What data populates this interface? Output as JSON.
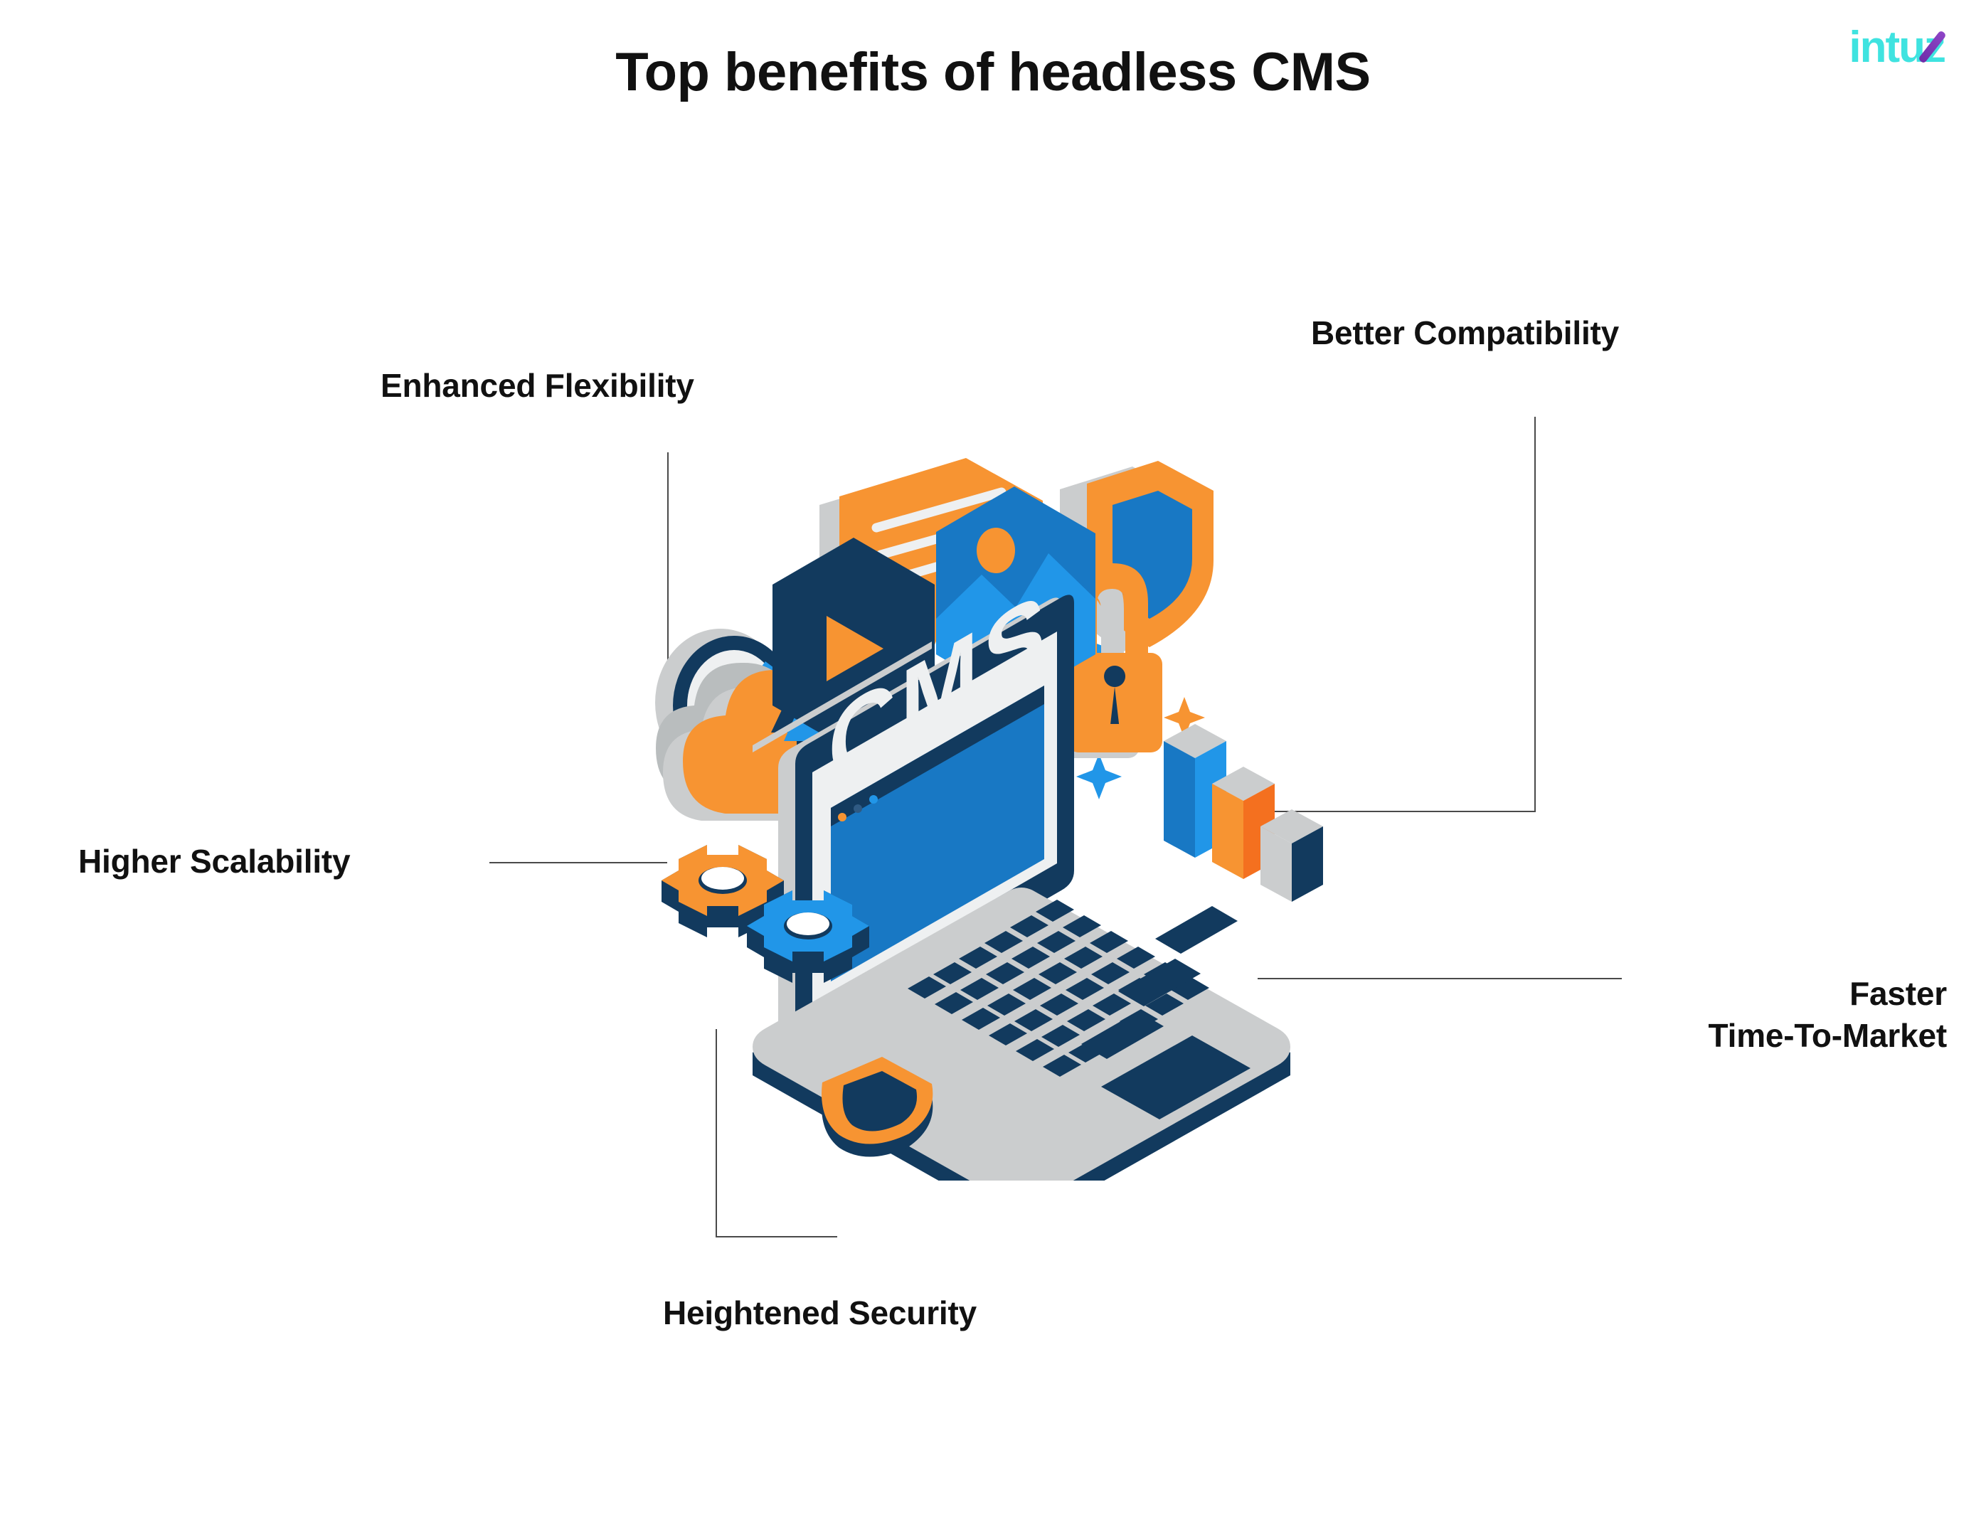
{
  "header": {
    "title": "Top benefits of headless CMS",
    "logo": {
      "text_main": "intu",
      "text_accent": "z",
      "full": "intuz",
      "color_primary": "#3FE3E0",
      "color_accent": "#7B2FB5"
    }
  },
  "callouts": [
    {
      "id": "enhanced-flexibility",
      "label": "Enhanced Flexibility",
      "position": "top-left"
    },
    {
      "id": "better-compatibility",
      "label": "Better Compatibility",
      "position": "top-right"
    },
    {
      "id": "higher-scalability",
      "label": "Higher Scalability",
      "position": "middle-left"
    },
    {
      "id": "faster-time-to-market",
      "label": "Faster\nTime-To-Market",
      "position": "middle-right"
    },
    {
      "id": "heightened-security",
      "label": "Heightened Security",
      "position": "bottom-left"
    }
  ],
  "illustration": {
    "screen_text": "CMS",
    "icons": [
      "chat-bubble-icon",
      "shield-check-icon",
      "clock-icon",
      "padlock-icon",
      "cloud-upload-icon",
      "video-play-icon",
      "image-photo-icon",
      "bar-chart-icon",
      "gear-orange-icon",
      "gear-blue-icon",
      "shield-outline-icon",
      "laptop-icon",
      "sparkle-icon"
    ]
  },
  "palette": {
    "navy": "#123A5E",
    "navy_dark": "#0E3354",
    "blue": "#1878C4",
    "blue_light": "#2196E8",
    "orange": "#F79432",
    "orange_dark": "#F4701F",
    "gray": "#CBCDCE",
    "gray_light": "#EEF0F1",
    "gray_mid": "#B9BDBE",
    "white": "#FFFFFF",
    "text": "#111111",
    "line": "#4A4A4A"
  }
}
